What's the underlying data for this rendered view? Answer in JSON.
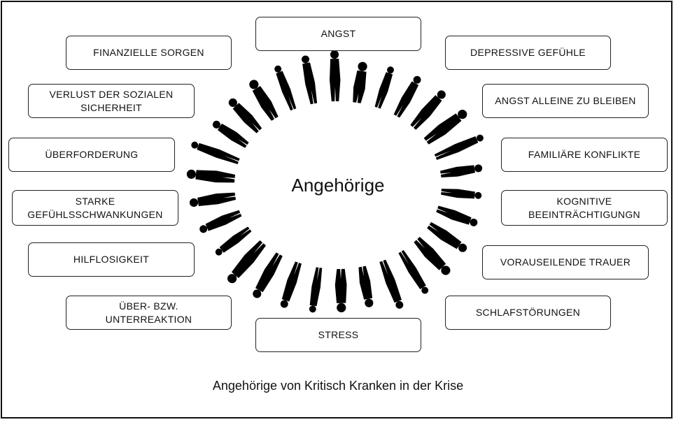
{
  "center_label": "Angehörige",
  "caption": "Angehörige von Kritisch Kranken in der Krise",
  "boxes": {
    "angst": "ANGST",
    "finanzielle_sorgen": "FINANZIELLE SORGEN",
    "depressive_gefuehle": "DEPRESSIVE GEFÜHLE",
    "verlust_sicherheit": "VERLUST DER SOZIALEN\nSICHERHEIT",
    "angst_alleine": "ANGST ALLEINE ZU BLEIBEN",
    "ueberforderung": "ÜBERFORDERUNG",
    "familiaere_konflikte": "FAMILIÄRE KONFLIKTE",
    "gefuehlsschwankungen": "STARKE\nGEFÜHLSSCHWANKUNGEN",
    "kognitive": "KOGNITIVE\nBEEINTRÄCHTIGUNGN",
    "hilflosigkeit": "HILFLOSIGKEIT",
    "trauer": "VORAUSEILENDE TRAUER",
    "reaktion": "ÜBER- BZW.\nUNTERREAKTION",
    "schlafstoerungen": "SCHLAFSTÖRUNGEN",
    "stress": "STRESS"
  },
  "colors": {
    "ink": "#111111",
    "silhouette": "#000000"
  },
  "icons": {
    "ring": "people-silhouette-icon"
  }
}
